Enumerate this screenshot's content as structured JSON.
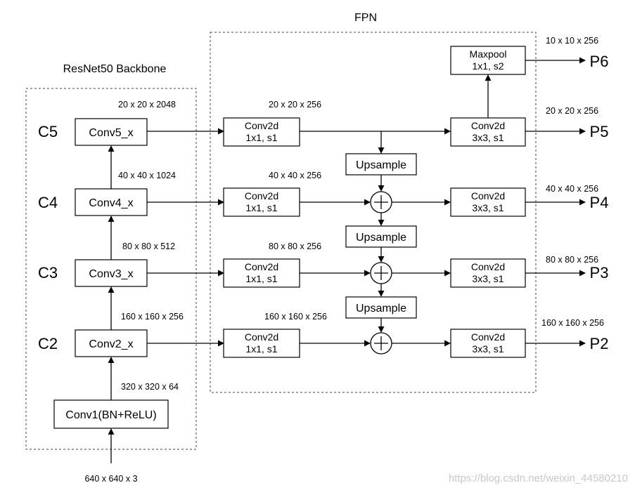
{
  "titles": {
    "backbone": "ResNet50 Backbone",
    "fpn": "FPN"
  },
  "levels": {
    "c5": "C5",
    "c4": "C4",
    "c3": "C3",
    "c2": "C2",
    "p6": "P6",
    "p5": "P5",
    "p4": "P4",
    "p3": "P3",
    "p2": "P2"
  },
  "backbone": {
    "conv1": "Conv1(BN+ReLU)",
    "conv2": "Conv2_x",
    "conv3": "Conv3_x",
    "conv4": "Conv4_x",
    "conv5": "Conv5_x"
  },
  "fpn": {
    "lateral_line1": "Conv2d",
    "lateral_line2": "1x1, s1",
    "output_line1": "Conv2d",
    "output_line2": "3x3, s1",
    "upsample": "Upsample",
    "maxpool_line1": "Maxpool",
    "maxpool_line2": "1x1, s2"
  },
  "dims": {
    "input": "640 x 640 x 3",
    "conv1_out": "320 x 320 x 64",
    "c2": "160 x 160 x 256",
    "c3": "80 x 80 x 512",
    "c4": "40 x 40 x 1024",
    "c5": "20 x 20 x 2048",
    "lat5": "20 x 20 x 256",
    "lat4": "40 x 40 x 256",
    "lat3": "80 x 80 x 256",
    "lat2": "160 x 160 x 256",
    "p6": "10 x 10 x 256",
    "p5": "20 x 20 x 256",
    "p4": "40 x 40 x 256",
    "p3": "80 x 80 x 256",
    "p2": "160 x 160 x 256"
  },
  "watermark": "https://blog.csdn.net/weixin_44580210"
}
